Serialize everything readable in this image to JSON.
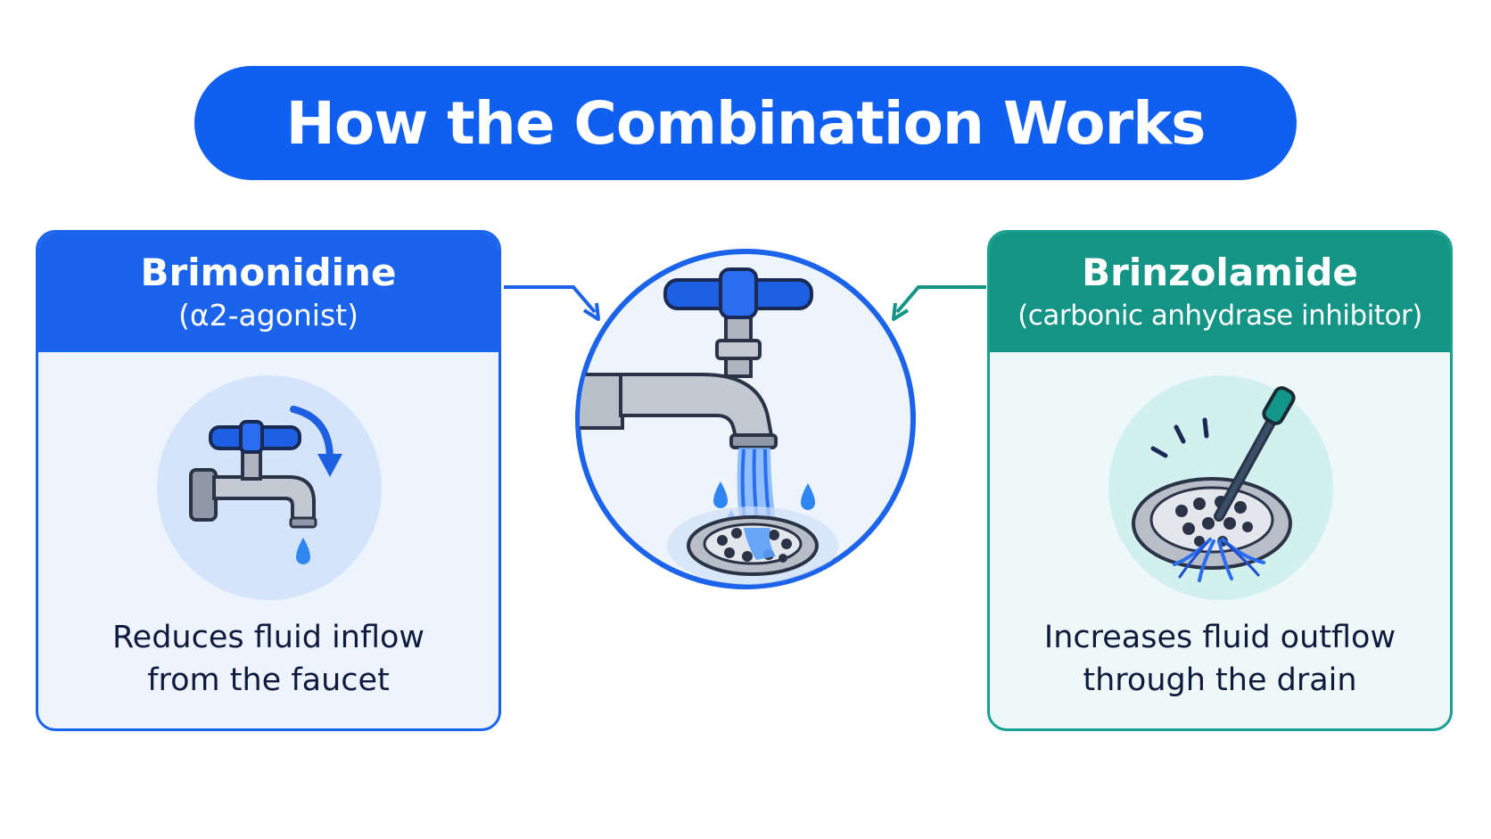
{
  "title": "How the Combination Works",
  "left_card": {
    "title": "Brimonidine",
    "subtitle": "(α2-agonist)",
    "description_line1": "Reduces fluid inflow",
    "description_line2": "from the faucet",
    "icon": "faucet-turn-down-icon",
    "color": "#1a63ea"
  },
  "right_card": {
    "title": "Brinzolamide",
    "subtitle": "(carbonic anhydrase inhibitor)",
    "description_line1": "Increases fluid outflow",
    "description_line2": "through the drain",
    "icon": "drain-unclog-icon",
    "color": "#139485"
  },
  "center": {
    "icon": "faucet-and-drain-icon"
  },
  "colors": {
    "title_blue": "#0f5ff0",
    "teal": "#139485",
    "water": "#3a8df5"
  }
}
